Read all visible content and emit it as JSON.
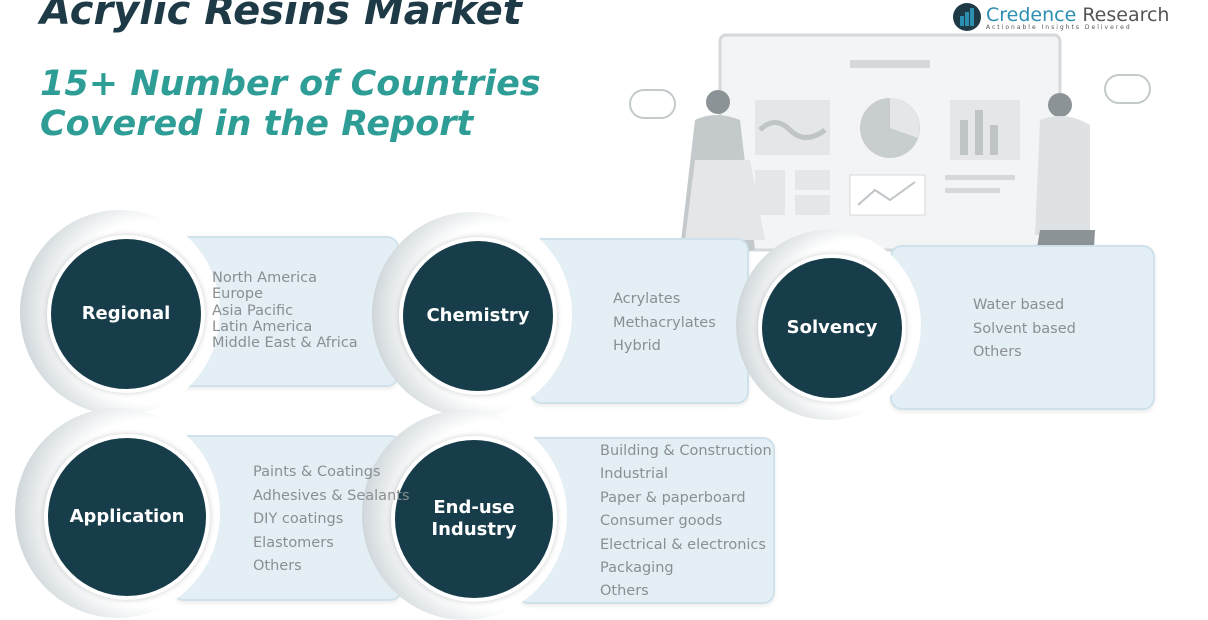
{
  "header": {
    "title": "Acrylic Resins Market",
    "subtitle_line1": "15+ Number of Countries",
    "subtitle_line2": "Covered in the Report"
  },
  "logo": {
    "name_part1": "Credence",
    "name_part2": " Research",
    "tagline": "Actionable Insights Delivered"
  },
  "colors": {
    "circle": "#173d4b",
    "subtitle": "#2e9d96",
    "title": "#1d3a46",
    "box": "#e3eff5"
  },
  "segments": [
    {
      "label": "Regional",
      "items": [
        "North America",
        "Europe",
        "Asia Pacific",
        "Latin America",
        "Middle East & Africa"
      ]
    },
    {
      "label": "Chemistry",
      "items": [
        "Acrylates",
        "Methacrylates",
        "Hybrid"
      ]
    },
    {
      "label": "Solvency",
      "items": [
        "Water based",
        "Solvent based",
        "Others"
      ]
    },
    {
      "label": "Application",
      "items": [
        "Paints & Coatings",
        "Adhesives & Sealants",
        "DIY coatings",
        "Elastomers",
        "Others"
      ]
    },
    {
      "label_line1": "End-use",
      "label_line2": "Industry",
      "items": [
        "Building & Construction",
        "Industrial",
        "Paper & paperboard",
        "Consumer goods",
        "Electrical & electronics",
        "Packaging",
        "Others"
      ]
    }
  ]
}
